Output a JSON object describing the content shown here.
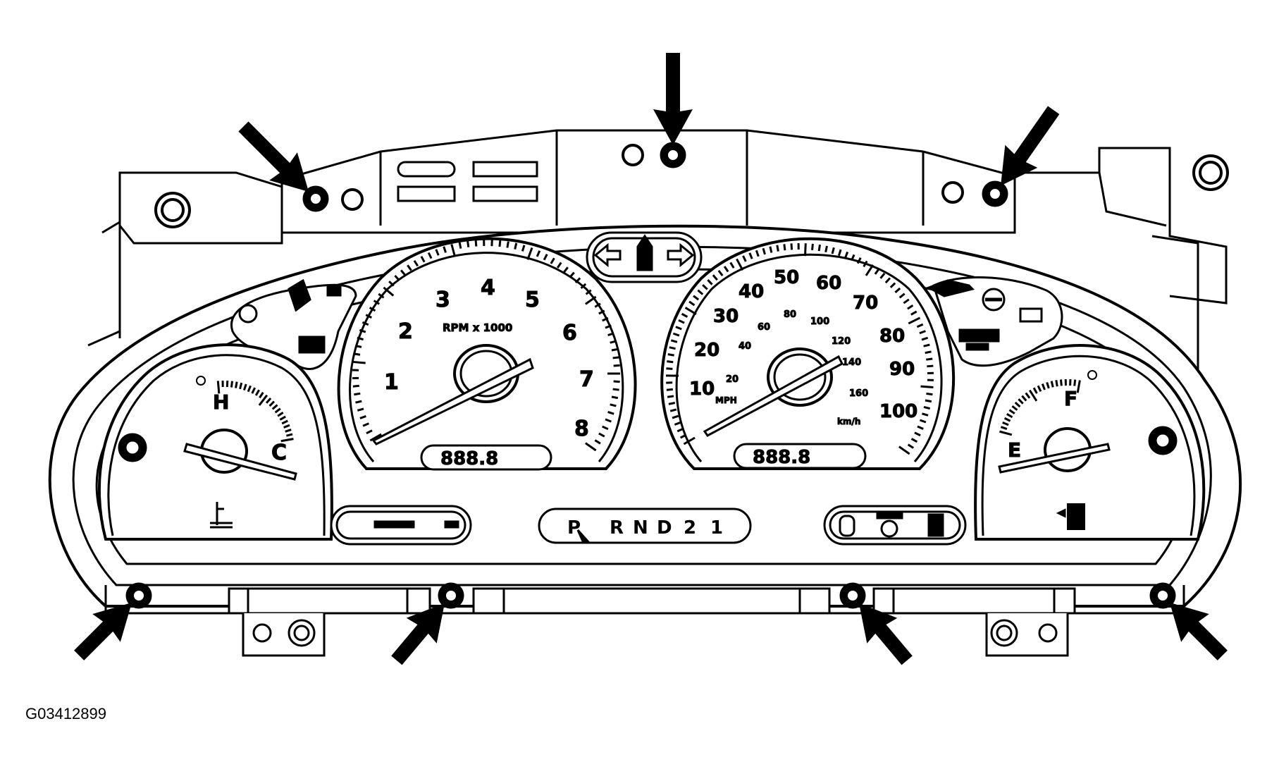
{
  "figure_id": "G03412899",
  "tachometer": {
    "scale_numbers": [
      "1",
      "2",
      "3",
      "4",
      "5",
      "6",
      "7",
      "8"
    ],
    "unit_label": "RPM x 1000",
    "odometer_text": "888.8"
  },
  "speedometer": {
    "mph_numbers": [
      "10",
      "20",
      "30",
      "40",
      "50",
      "60",
      "70",
      "80",
      "90",
      "100"
    ],
    "kmh_numbers": [
      "20",
      "40",
      "60",
      "80",
      "100",
      "120",
      "140",
      "160"
    ],
    "mph_label": "MPH",
    "kmh_label": "km/h",
    "odometer_text": "888.8"
  },
  "temp_gauge": {
    "hot_label": "H",
    "cold_label": "C"
  },
  "fuel_gauge": {
    "full_label": "F",
    "empty_label": "E"
  },
  "gear_selector": {
    "positions": [
      "P",
      "R",
      "N",
      "D",
      "2",
      "1"
    ]
  },
  "colors": {
    "ink": "#000000",
    "paper": "#ffffff"
  },
  "icons": [
    "mounting-screw-icon",
    "pointer-arrow-icon",
    "turn-signal-icon",
    "seatbelt-icon",
    "airbag-icon",
    "coolant-temp-icon",
    "fuel-pump-icon",
    "oil-can-icon",
    "battery-icon",
    "brake-icon"
  ]
}
